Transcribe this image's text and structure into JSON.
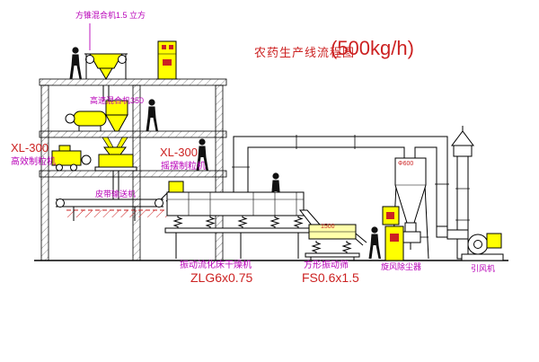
{
  "colors": {
    "background": "#ffffff",
    "line": "#000000",
    "equipment_yellow": "#ffff00",
    "label_magenta": "#b800b8",
    "label_red": "#cc2222"
  },
  "title": {
    "name": "农药生产线流程图",
    "capacity": "(500kg/h)"
  },
  "labels": {
    "top_mixer": "方锥混合机1.5 立方",
    "hs_mixer": "高速混合机350",
    "granulator_left_model": "XL-300",
    "granulator_left_name": "高效制粒机",
    "granulator_mid_model": "XL-300",
    "granulator_mid_name": "摇摆制粒机",
    "belt_conveyor": "皮带输送机",
    "dryer_name": "振动流化床干燥机",
    "dryer_model": "ZLG6x0.75",
    "screen_name": "方形振动筛",
    "screen_model": "FS0.6x1.5",
    "cyclone_name": "旋风除尘器",
    "fan_name": "引风机"
  },
  "annotations": {
    "screen_dim": "1500",
    "cyclone_dim": "Φ600"
  }
}
